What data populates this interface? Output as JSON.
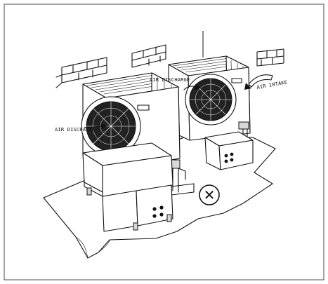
{
  "figure": {
    "labels": {
      "air_discharge_front": "AIR DISCHARGE",
      "air_discharge_rear": "AIR DISCHARGE",
      "air_intake": "AIR INTAKE"
    },
    "prohibition_symbol": "✕",
    "colors": {
      "ink": "#111111",
      "background": "#ffffff",
      "shade": "#d8d8d8"
    }
  }
}
